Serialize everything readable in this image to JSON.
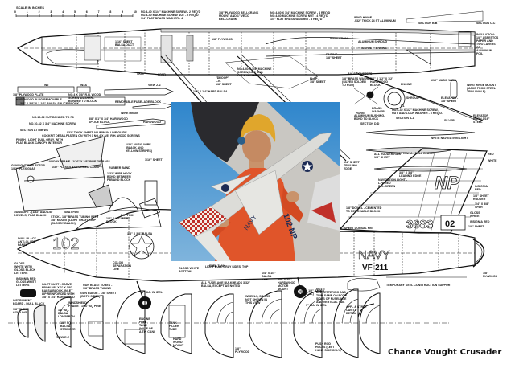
{
  "title": "Chance Vought Crusader",
  "scale": {
    "label": "SCALE IN INCHES",
    "ticks": [
      "0",
      "1",
      "2",
      "3",
      "4",
      "5",
      "6",
      "7",
      "8",
      "9",
      "10"
    ]
  },
  "photo": {
    "description": "Modeler in orange flight suit and yellow helmet holding a Crusader model",
    "model_markings": [
      "NAVY",
      "102",
      "NP",
      "3683"
    ]
  },
  "aircraft_markings": {
    "tail_code": "NP",
    "serial": "3683",
    "modex_tail": "02",
    "modex_nose": "102",
    "service": "NAVY",
    "squadron": "VF-211"
  },
  "labels": {
    "top_left_screws": "NO.4-40 x 1/4\" MACHINE SCREW - 2 REQ'D\nNO.4-40 MACHINE SCREW NUT - 2 REQ'D\n1/4\" FLAT BRASS WASHER - 4",
    "bellcrank": "1/8\" PLYWOOD BELLCRANK\nMOUNT AND 1\" VECO\nBELLCRANK",
    "top_right_screws": "NO.4-40 x 1/4\" MACHINE SCREW - 4 REQ'D\nNO.4-40 MACHINE SCREW NUT - 4 REQ'D\n1/4\" FLAT BRASS WASHER - 8 REQ'D",
    "wing_hinge": "WING HINGE -\n.032\" THICK 24 ST ALUMINUM",
    "section_bb": "SECTION B-B",
    "section_cc": "SECTION C-C",
    "insulation": "INSULATION:\n1/8\" ASBESTOS\nPAPER AND\nTWO LAYERS\nOF\nALUMINUM\nFOIL",
    "balsa_duct": "1/16\" SHEET\nBALSA DUCT",
    "plywood": "1/8\" PLYWOOD",
    "aluminum_shroud": "ALUMINUM SHROUD",
    "tigerjet": "\"TIGERJET\" ENGINE",
    "insulation_short": "INSULATION",
    "fairing": "FAIRING -\n1/8\" SHEET",
    "flap": "FLAP -\n1/8\" SHEET",
    "droop": "\"DROOP\"\nL.E.\n1/8\" SHEET",
    "machine_screw_mid": "NO.4-40 x 1/4\" MACHINE\nSCREW, NUT, AND\nLOCK WASHER",
    "hard_balsa": "1/4\" x 1/4\" HARD BALSA",
    "balsa_gussets": "BALSA GUSSETS",
    "brass_washer": "1/8\" BRASS WASHER\n(SILVER SOLDER\nTO ROD)",
    "hardwood_block": "1/4\" x 1/2\" x 1/2\"\nHARDWOOD\nBLOCK",
    "music_wire": "1/16\" MUSIC WIRE",
    "engine": "ENGINE",
    "horn": "HORN",
    "brass_washer2": "BRASS\nWASHER",
    "aluminum_bushing": "ALUMINUM BUSHING-\nBOND TO BLOCK",
    "section_dd": "SECTION D-D",
    "shroud": "SHROUD",
    "section_aa": "SECTION A-A",
    "machine_screw_aa": "NO.6-32 x 1/2\" MACHINE SCREW,\nNUT, AND LOCK WASHER - 3 REQ'D.",
    "elevator": "ELEVATOR -\n1/8\" SHEET",
    "silver": "SILVER",
    "wing_hinge_mount": "WING HINGE MOUNT\n(MAKE FROM STEEL\nTRIM ANGLE)",
    "elevator_horn": "ELEVATOR\nHORN-1/16\"\nSTEEL",
    "white_nav_light": "WHITE NAVIGATION LIGHT",
    "antenna": "ANTENNA - DULL BLACK",
    "rudder_ribs": "ALL RUDDER RIBS\n1/8\" SHEET",
    "trailing_edge": "1/4\" SHEET\nTRAILING\nEDGE",
    "leading_edge": "3/8\" x 3/8\"\nLEADING EDGE",
    "nav_light_green": "NAVIGATION LIGHT -\nL.H.-RED\nR.H.-GREEN",
    "dowel": "1/8\" DOWEL - CEMENTED\nTO REMOVABLE BLOCK",
    "dorsal_fin": "1/8\" SHEET DORSAL FIN",
    "red": "RED",
    "white": "WHITE",
    "insignia_red": "INSIGNIA\nRED",
    "rudder": "1/8\" SHEET\nRUDDER",
    "spar": "1/4\" x 3/8\"\nSPAR",
    "gloss_white": "GLOSS\nWHITE",
    "insignia_red2": "INSIGNIA RED",
    "sheet_1_8": "1/8\" SHEET",
    "temp_keel": "TEMPORARY KEEL CONSTRUCTION SUPPORT",
    "plywood_tail": "1/8\"\nPLYWOOD",
    "note": "NOTE:\nALL LETTERING AND\nTRIM SAME ON BOTH\nSIDES OF FUSELAGE\nAND VERTICAL TAIL",
    "wheel_right": "1\" DIA. WHEEL",
    "motor_mount": "3/8\" x 3/8\"\nHARDWOOD\nMOTOR\nMOUNT",
    "balsa_keel": "1/4\" x 1/4\"\nBALSA\nKEEL",
    "wheels_doors": "WHEELS, DOORS\nNOT SHOWN IN\nTHIS VIEW",
    "bulkheads": "ALL FUSELAGE BULKHEADS 3/32\"\nBALSA, EXCEPT AS NOTED",
    "light_gray": "LIGHT DULL GRAY SIDES, TOP",
    "gloss_white_bottom": "GLOSS WHITE\nBOTTOM",
    "fuel_tank": "FUEL TANK",
    "sheet_filler": "1/4\" SHEET FILLER",
    "push_rod": "PUSH ROD\nHOLES (LEFT\nHAND SIDE ONLY)",
    "balsa_typical": "1/4\" x 1/2\" BALSA\n(TYPICAL)",
    "ply_bottom": "1/8\"\nPLYWOOD",
    "plywood_plate": "1/8\" PLYWOOD PLATE",
    "hardwood_plug": "HARDWOOD PLUG-REMOVABLE",
    "splice_block": "3/8\" x 3/8\" x 2-1/2\" BALSA SPLICE BLOCK",
    "rh_wood_screw": "NO.4 x 3/8\" R.H. WOOD\nSCREW WASHER -\nBONDED TO BLOCK",
    "removable_block": "REMOVABLE FUSELAGE BLOCK",
    "wire_hinge": "WIRE HINGE",
    "nut_bonded": "NO.10-32 NUT BONDED TO F8",
    "machine_screw_10": "NO.10-32 x 3/4\" MACHINE SCREW",
    "section_rib": "SECTION AT RIB W1",
    "hardwood_splice": "3/8\" x 1\" x 3/4\" HARDWOOD\nSPLICE BLOCK",
    "line_guide": ".032\" THICK SHEET ALUMINUM LINE GUIDE\nFASTEN ON WITH 3 NO.4 x 3/8\" R.H. WOOD SCREWS",
    "hardwood2": "HARDWOOD",
    "cockpit_detail": "COCKPIT DETAIL",
    "finish": "FINISH - LIGHT DULL GRAY, WITH\nFLAT BLACK CANOPY INTERIOR",
    "music_wire_stripes": "1/32\" MUSIC WIRE\n(BLACK AND\nYELLOW STRIPES)",
    "canopy_frame": "CANOPY FRAME - 1/16\" x 1/8\" PINE OR BASS",
    "gunsight": "GUNSIGHT REFLECTOR\n1/32\" PLEXIGLAS",
    "formed_canopy": "1/32\" PLEXIGLAS FORMED CANOPY",
    "rubber_band": "RUBBER BAND",
    "wire_hook": "1/32\" WIRE HOOK -\nBOND BETWEEN\nF3B AND BLOCK",
    "gunsight_dowel": "GUNSIGHT - (1/32\" AND 1/8\"\nDOWELS) FLAT BLACK",
    "seat_pan": "SEAT PAN",
    "stick": "STICK - 1/8\" BRASS TUBING WITH\n1/8\" MOUNT (LIGHT GRAY) GRIP\n(GLOSSY BLACK)",
    "bottom_view": "BOTTOM\nVIEW",
    "block": "1/4\" x 1/4\" x 1/2\"\nBLOCK",
    "dull_black_panel": "DULL BLACK\nANTI-GLARE\nPANEL",
    "gloss_white_letters": "GLOSS\nWHITE WITH\nGLOSS BLACK\nLETTERS",
    "insignia_red_letters": "INSIGNIA RED\nGLOSS WHITE\nLETTERS",
    "color_separation": "COLOR\nSEPARATION\nLINE",
    "balsa_3_8": "3/8\" x 3/8\" BALSA",
    "instrument_board": "INSTRUMENT\nBOARD - DULL BLACK",
    "cowling": "1/8\" SHEET\nCOWLING",
    "inlet_duct": "INLET DUCT - CARVE\nFROM 5/8\" x 2\" x 3/8\"\nBALSA BLOCK. INLET\nLIP REINFORCED WITH\n1/8\" x 1/4\" HARDWOOD",
    "gun_blast": "GUN BLAST TUBES -\n1/8\" BRASS TUBING",
    "gun_bulge": "GUN BULGE - 1/8\" SHEET\n(BOTH SIDES)",
    "wheel_left": "1\" DIA. WHEEL",
    "windshield": "WINDSHIELD\nFRAME - 1/16\" SQ PINE",
    "balsa_longeron": "1/8\" SQ.\nBALSA\nLONGERON",
    "balsa_stringer": "1/8\" SQ.\nBALSA\nSTRINGER",
    "view_ee": "VIEW E-E",
    "duct": "DUCT",
    "engine_fuel_tank": "ENGINE\nFUEL\nTANK\n(HALF OF\nA TIN CAN)",
    "tank_filler": "TANK\nFILLER\nTUBE",
    "hardwood_mount": "HARD\nWOOD\nMOUNT",
    "apfl_strut": "APFL & STRUT\nCAVITY\nDETAIL",
    "skin": "SKIN",
    "spar_small": "SPAR",
    "view_zz": "VIEW Z-Z",
    "w2": "W2",
    "w2a": "W2A",
    "w3": "W3",
    "r1": "R1",
    "r2": "R2",
    "r3": "R3",
    "sheet_1_16": "1/16\" SHEET"
  },
  "colors": {
    "ink": "#111111",
    "paper": "#ffffff",
    "sky": "#3f8fd0",
    "flight_suit": "#e0552a",
    "helmet": "#e0a62c",
    "model_gray": "#d8d8d4",
    "checker_red": "#c0302a"
  }
}
